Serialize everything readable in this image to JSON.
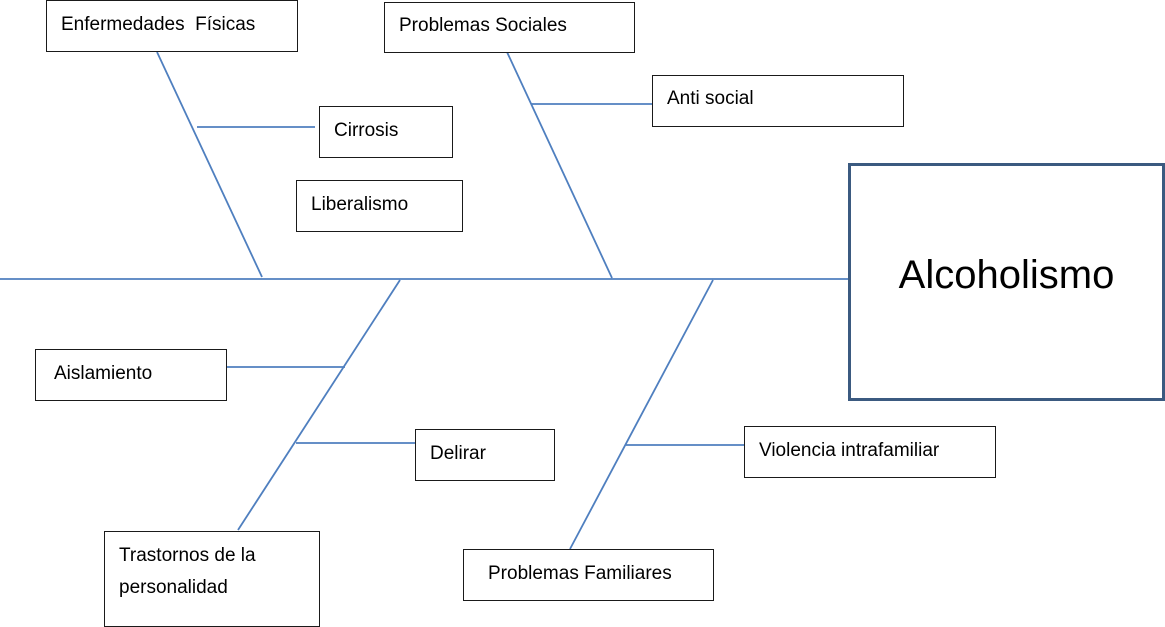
{
  "effect": {
    "label": "Alcoholismo"
  },
  "categories": {
    "enfermedades_fisicas": "Enfermedades  Físicas",
    "problemas_sociales": "Problemas Sociales",
    "trastornos_personalidad_line1": "Trastornos de la",
    "trastornos_personalidad_line2": "personalidad",
    "problemas_familiares": "Problemas Familiares"
  },
  "causes": {
    "cirrosis": "Cirrosis",
    "liberalismo": "Liberalismo",
    "anti_social": "Anti social",
    "aislamiento": "Aislamiento",
    "delirar": "Delirar",
    "violencia_intrafamiliar": "Violencia intrafamiliar"
  },
  "colors": {
    "line": "#4f7fbf",
    "effect_border": "#3b5a80",
    "box_border": "#1a1a1a"
  }
}
